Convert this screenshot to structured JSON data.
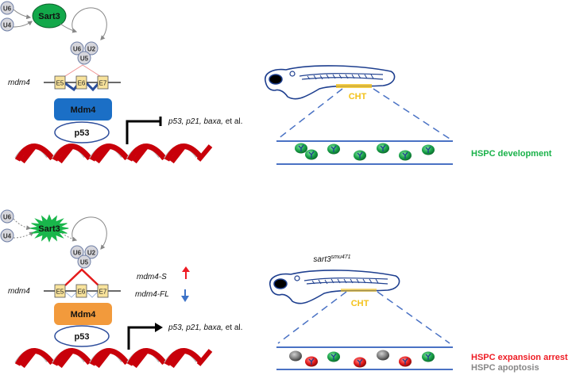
{
  "colors": {
    "sart3_normal": "#12a84a",
    "sart3_mutant": "#19b64b",
    "snrna_fill": "#d6d6dc",
    "snrna_stroke": "#6f7fa6",
    "exon_fill": "#f8e39c",
    "mdm4_normal": "#1b6fc6",
    "mdm4_mutant": "#f29a3c",
    "p53_stroke": "#2e4e9c",
    "dna_red": "#c8000a",
    "dna_gray": "#bdbdbd",
    "fish_stroke": "#1e3f8f",
    "cht": "#f3c21b",
    "vessel": "#4a72c4",
    "hspc_green": "#1aa34a",
    "hspc_red": "#e41b1b",
    "hspc_gray": "#7f7f7f",
    "label_green": "#1ab24a",
    "label_red": "#ee1c24",
    "label_gray": "#888888",
    "arrow_up": "#ee1c24",
    "arrow_down": "#3d73c8"
  },
  "top": {
    "snrnas_in": [
      "U6",
      "U4"
    ],
    "sart3_label": "Sart3",
    "complex": [
      "U6",
      "U2",
      "U5"
    ],
    "gene_label": "mdm4",
    "exons": [
      "E5",
      "E6",
      "E7"
    ],
    "protein_label": "Mdm4",
    "p53_label": "p53",
    "targets": {
      "italic": "p53, p21, baxa,",
      "plain": " et al."
    },
    "cht_label": "CHT",
    "outcome": "HSPC development"
  },
  "bottom": {
    "snrnas_in": [
      "U6",
      "U4"
    ],
    "sart3_label": "Sart3",
    "complex": [
      "U6",
      "U2",
      "U5"
    ],
    "gene_label": "mdm4",
    "exons": [
      "E5",
      "E6",
      "E7"
    ],
    "isoform_short": "mdm4-S",
    "isoform_full": "mdm4-FL",
    "protein_label": "Mdm4",
    "p53_label": "p53",
    "targets": {
      "italic": "p53, p21, baxa,",
      "plain": " et al."
    },
    "mutant_label": "sart3",
    "mutant_sup": "smu471",
    "cht_label": "CHT",
    "outcome_1": "HSPC expansion arrest",
    "outcome_2": "HSPC apoptosis"
  }
}
